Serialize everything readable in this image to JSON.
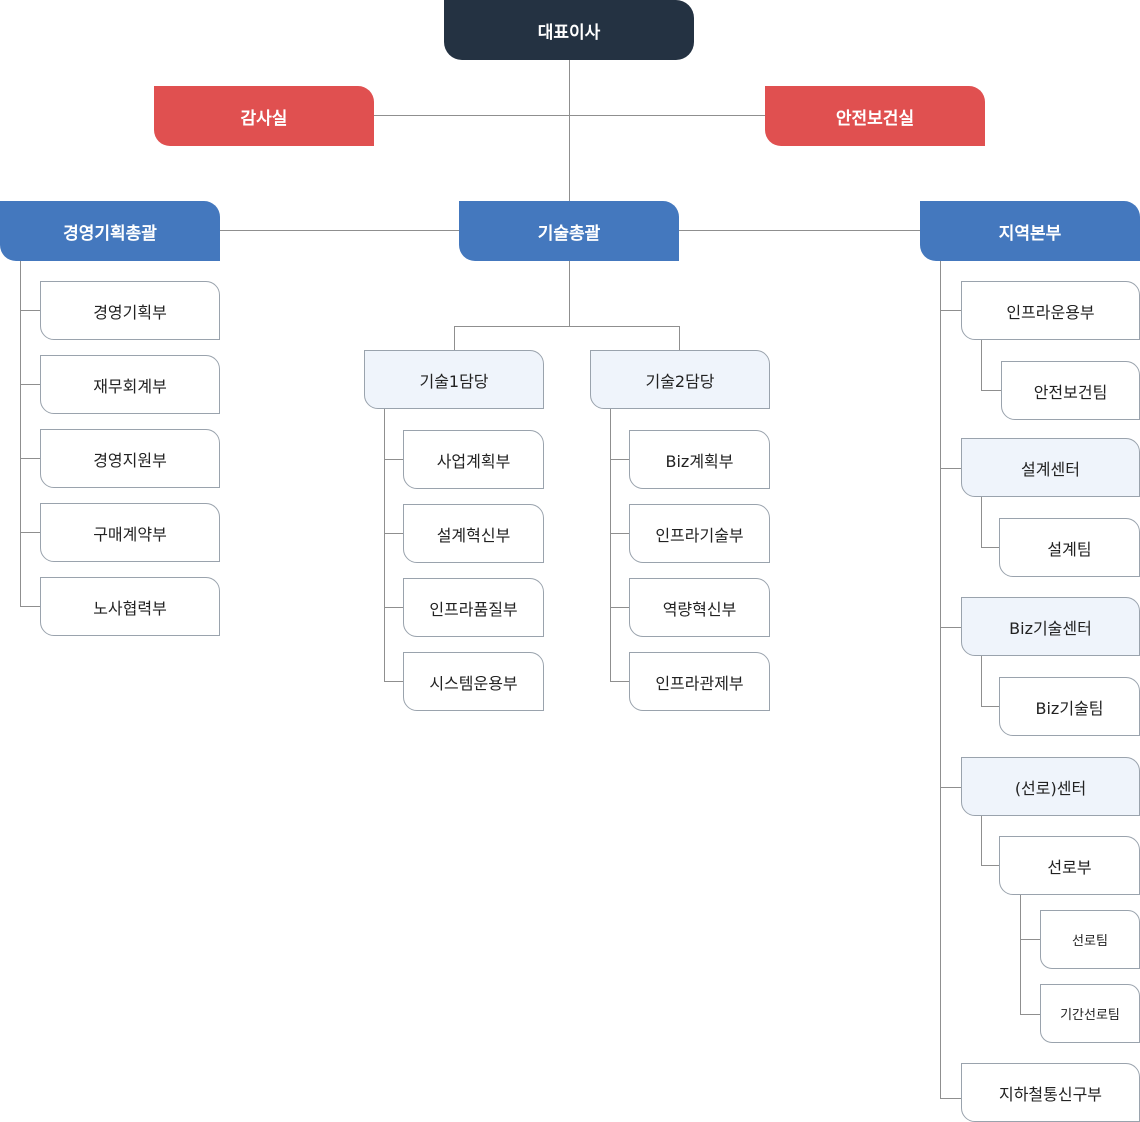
{
  "ceo": "대표이사",
  "advisory": {
    "audit": "감사실",
    "safety": "안전보건실"
  },
  "divisions": {
    "management": {
      "label": "경영기획총괄",
      "departments": [
        "경영기획부",
        "재무회계부",
        "경영지원부",
        "구매계약부",
        "노사협력부"
      ]
    },
    "technology": {
      "label": "기술총괄",
      "groups": [
        {
          "label": "기술1담당",
          "departments": [
            "사업계획부",
            "설계혁신부",
            "인프라품질부",
            "시스템운용부"
          ]
        },
        {
          "label": "기술2담당",
          "departments": [
            "Biz계획부",
            "인프라기술부",
            "역량혁신부",
            "인프라관제부"
          ]
        }
      ]
    },
    "regional": {
      "label": "지역본부",
      "infra_ops": {
        "label": "인프라운용부",
        "team": "안전보건팀"
      },
      "design_center": {
        "label": "설계센터",
        "team": "설계팀"
      },
      "biz_center": {
        "label": "Biz기술센터",
        "team": "Biz기술팀"
      },
      "track_center": {
        "label": "(선로)센터",
        "department": "선로부",
        "teams": [
          "선로팀",
          "기간선로팀"
        ]
      },
      "subway": "지하철통신구부"
    }
  }
}
